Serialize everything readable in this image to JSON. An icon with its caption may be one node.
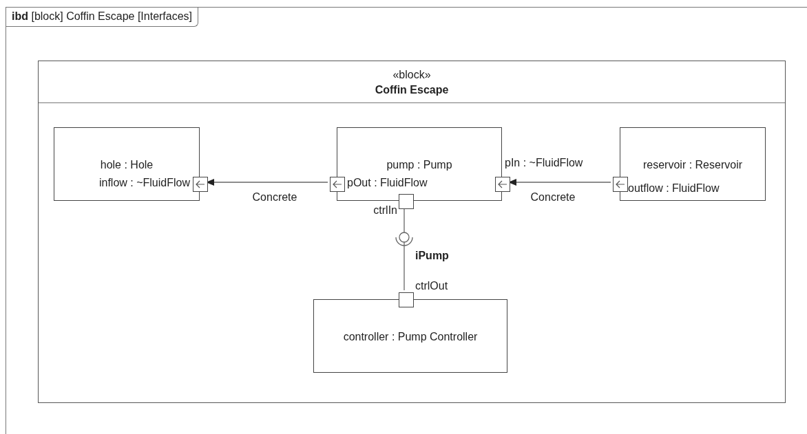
{
  "diagram": {
    "nodes": [
      {
        "text": [
          "**ibd** [block] Coffin Escape [Interfaces]"
        ]
      },
      {
        "text": [
          "«block»",
          "Coffin Escape"
        ],
        "in": 0
      },
      {
        "text": [
          "hole : Hole"
        ],
        "in": 1
      },
      {
        "text": [
          "pump : Pump"
        ],
        "in": 1
      },
      {
        "text": [
          "reservoir : Reservoir"
        ],
        "in": 1
      },
      {
        "text": [
          "controller : Pump Controller"
        ],
        "in": 1
      },
      {
        "text": [],
        "shape": "box",
        "in": 2,
        "beside": [
          "inflow : ~FluidFlow"
        ]
      },
      {
        "text": [],
        "shape": "box",
        "in": 3,
        "beside": [
          "pOut : FluidFlow"
        ]
      },
      {
        "text": [],
        "shape": "box",
        "in": 3,
        "beside": [
          "pIn : ~FluidFlow"
        ]
      },
      {
        "text": [],
        "shape": "box",
        "in": 3,
        "beside": [
          "ctrlIn"
        ]
      },
      {
        "text": [],
        "shape": "box",
        "in": 4,
        "beside": [
          "outflow : FluidFlow"
        ]
      },
      {
        "text": [],
        "shape": "box",
        "in": 5,
        "beside": [
          "ctrlOut"
        ]
      }
    ],
    "edges": [
      {
        "from": 7,
        "to": 6,
        "arrow": "to",
        "label": "Concrete"
      },
      {
        "from": 10,
        "to": 8,
        "arrow": "to",
        "label": "Concrete"
      },
      {
        "from": 9,
        "to": 11,
        "arrow": "none",
        "label": "iPump"
      }
    ]
  }
}
